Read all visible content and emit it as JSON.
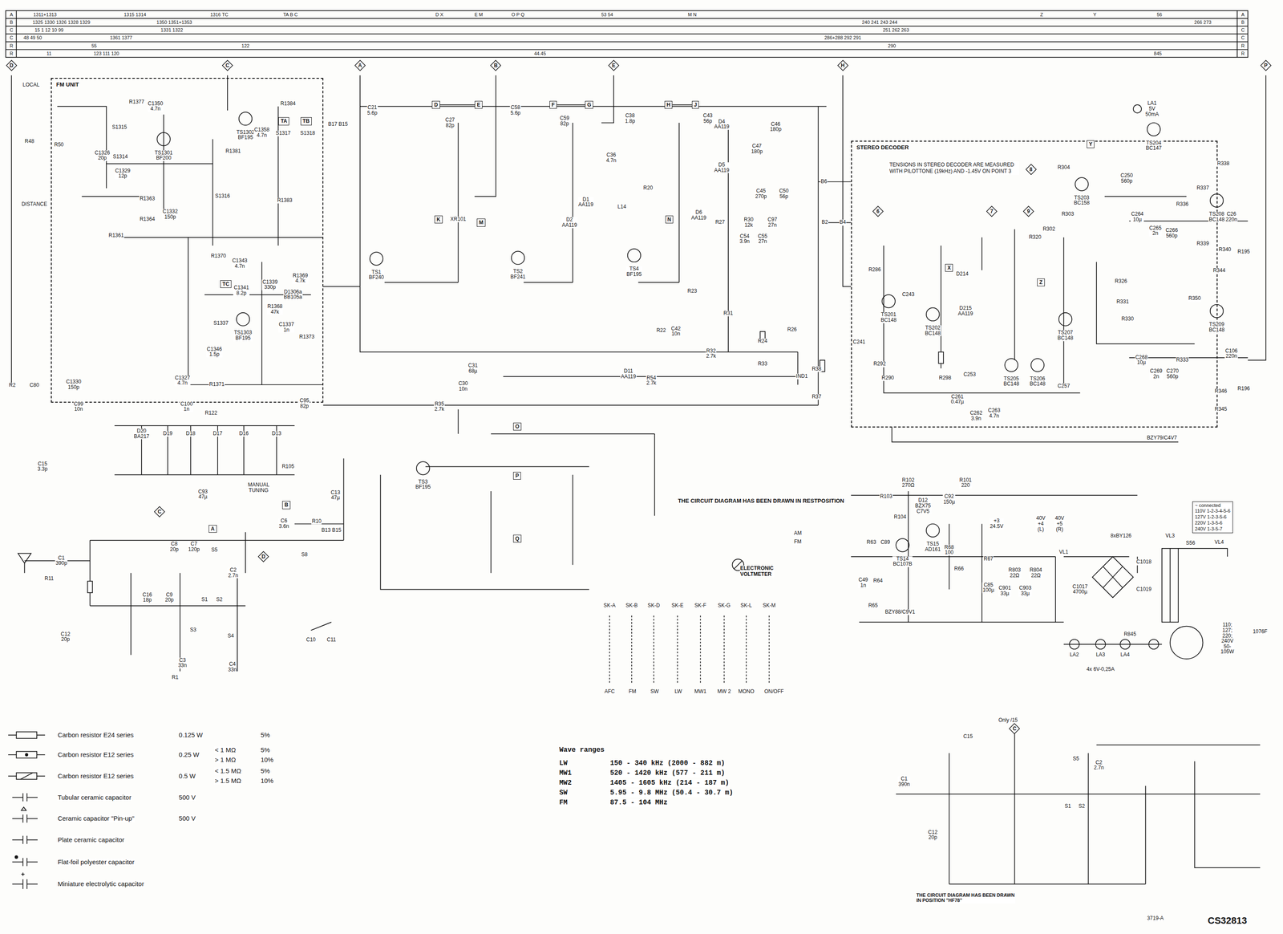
{
  "diagram": {
    "nodes": [
      {
        "text": [
          "FM UNIT"
        ]
      },
      {
        "text": [
          "STEREO DECODER",
          "TENSIONS IN STEREO DECODER ARE MEASURED WITH PILOTTONE (19kHz) AND -1.45V ON POINT 3"
        ]
      },
      {
        "text": [
          "TA"
        ],
        "in": 0
      },
      {
        "text": [
          "TB"
        ],
        "in": 0
      },
      {
        "text": [
          "TC"
        ],
        "in": 0
      },
      {
        "text": [
          "D"
        ]
      },
      {
        "text": [
          "E"
        ]
      },
      {
        "text": [
          "F"
        ]
      },
      {
        "text": [
          "G"
        ]
      },
      {
        "text": [
          "H"
        ]
      },
      {
        "text": [
          "J"
        ]
      },
      {
        "text": [
          "K"
        ]
      },
      {
        "text": [
          "M"
        ]
      },
      {
        "text": [
          "N"
        ]
      },
      {
        "text": [
          "O"
        ]
      },
      {
        "text": [
          "P"
        ]
      },
      {
        "text": [
          "Q"
        ]
      },
      {
        "text": [
          "A"
        ]
      },
      {
        "text": [
          "B"
        ]
      },
      {
        "text": [
          "X"
        ],
        "in": 1
      },
      {
        "text": [
          "Y"
        ],
        "in": 1
      },
      {
        "text": [
          "Z"
        ],
        "in": 1
      },
      {
        "text": [
          "D"
        ]
      },
      {
        "text": [
          "C"
        ]
      },
      {
        "text": [
          "A"
        ]
      },
      {
        "text": [
          "B"
        ]
      },
      {
        "text": [
          "E"
        ]
      },
      {
        "text": [
          "H"
        ]
      },
      {
        "text": [
          "P"
        ]
      },
      {
        "text": [
          "8"
        ],
        "in": 1
      },
      {
        "text": [
          "6"
        ],
        "in": 1
      },
      {
        "text": [
          "7"
        ],
        "in": 1
      },
      {
        "text": [
          "9"
        ],
        "in": 1
      },
      {
        "text": [
          "C"
        ]
      },
      {
        "text": [
          "D"
        ]
      },
      {
        "text": [
          "C"
        ]
      },
      {
        "text": [
          "~ connected",
          "110V 1-2-3-4-5-6",
          "127V 1-2-3-5-6",
          "220V 1-3-5-6",
          "240V 1-3-5-7"
        ]
      }
    ],
    "edges": [
      {
        "from": 5,
        "to": 6,
        "arrow": "none"
      },
      {
        "from": 7,
        "to": 8,
        "arrow": "none"
      },
      {
        "from": 9,
        "to": 10,
        "arrow": "none"
      }
    ],
    "labels": [
      "A",
      "B",
      "C",
      "C",
      "R",
      "R",
      "A",
      "B",
      "C",
      "C",
      "R",
      "R",
      "1311+1313",
      "1315 1314",
      "1316 TC",
      "TA B C",
      "D X",
      "E M",
      "O P Q",
      "53 54",
      "M N",
      "Z",
      "Y",
      "56",
      "1325 1330 1326 1328 1329",
      "1350 1351+1353",
      "240 241 243 244",
      "266 273",
      "15 1 12 10 99",
      "1331 1322",
      "251 262 263",
      "48 49 50",
      "1361 1377",
      "286+288 292 291",
      "55",
      "122",
      "290",
      "11",
      "123 111 120",
      "44.45",
      "845",
      "LOCAL",
      "DISTANCE",
      "TS1301 BF200",
      "TS1302 BF195",
      "TS1303 BF195",
      "TS1 BF240",
      "TS2 BF241",
      "TS3 BF195",
      "TS4 BF195",
      "TS201 BC148",
      "TS202 BC148",
      "TS203 BC158",
      "TS204 BC147",
      "TS205 BC148",
      "TS206 BC148",
      "TS207 BC148",
      "TS208 BC148",
      "TS209 BC148",
      "TS15 AD161",
      "TS14 BC107B",
      "R48",
      "R50",
      "R1377",
      "C1350 4.7n",
      "S1315",
      "S1314",
      "C1326 20p",
      "C1329 12p",
      "R1363",
      "R1364",
      "C1332 150p",
      "R1361",
      "C1339 330p",
      "D1306a BB105a",
      "R1368 47k",
      "C1337 1n",
      "R1370",
      "C1343 4.7n",
      "C1341 8.2p",
      "S1337",
      "C1346 1.5p",
      "R1371",
      "R1369 4.7k",
      "C1327 4.7n",
      "C1330 150p",
      "C99 10n",
      "C95 82p",
      "R1384",
      "S1317",
      "S1318",
      "C1358 4.7n",
      "R1381",
      "S1316",
      "R1383",
      "R1373",
      "R2",
      "C80",
      "C15 3.3p",
      "MANUAL TUNING",
      "D20 BA217",
      "D19",
      "D18",
      "D17",
      "D16",
      "D13",
      "R105",
      "C93 47µ",
      "C100 1n",
      "R122",
      "C13 47µ",
      "R10",
      "B13 B15",
      "C6 3.6n",
      "S8",
      "C8 20p",
      "C7 120p",
      "S5",
      "C2 2.7n",
      "S1",
      "S2",
      "S3",
      "S4",
      "C4 33n",
      "C3 33n",
      "C9 20p",
      "C16 18p",
      "C1 390p",
      "R11",
      "C12 20p",
      "C10",
      "C11",
      "R1",
      "C21 5.6p",
      "C27 82p",
      "C58 5.6p",
      "C59 82p",
      "C38 1.8p",
      "C43 56p",
      "C46 180p",
      "C47 180p",
      "C45 270p",
      "C50 56p",
      "C31 68µ",
      "C30 10n",
      "R35 2.7k",
      "R54 2.7k",
      "R32 2.7k",
      "D11 AA119",
      "D1 AA119",
      "D2 AA119",
      "D4 AA119",
      "D5 AA119",
      "D6 AA119",
      "L14",
      "C36 4.7n",
      "R20",
      "R23",
      "R22",
      "C42 10n",
      "R27",
      "R30 12k",
      "C97 27n",
      "C54 3.9n",
      "C55 27n",
      "R31",
      "R24",
      "R33",
      "R26",
      "R38",
      "R37",
      "B6",
      "B4",
      "B2",
      "B17 B15",
      "XR101",
      "IND1",
      "C250 560p",
      "C264 10µ",
      "C265 2n",
      "C266 560p",
      "C268 10µ",
      "C269 2n",
      "C270 560p",
      "C26 220n",
      "C106 220n",
      "R195",
      "R196",
      "D214",
      "D215 AA119",
      "C241",
      "C243",
      "C253",
      "C257",
      "C263 4.7n",
      "C262 3.9n",
      "C261 0.47µ",
      "R286",
      "R292",
      "R290",
      "R298",
      "R302",
      "R303",
      "R304",
      "R320",
      "R326",
      "R330",
      "R331",
      "R338",
      "R339",
      "R340",
      "R344",
      "R345",
      "R346",
      "R350",
      "R337",
      "R336",
      "R333",
      "R102 270Ω",
      "R101 220",
      "C92 150µ",
      "D12 BZX75 C7V5",
      "R103",
      "R104",
      "R63",
      "R64",
      "R65",
      "C49 1n",
      "C89",
      "R68 100",
      "R67",
      "R66",
      "C85 100µ",
      "C901 33µ",
      "R803 22Ω",
      "C903 33µ",
      "R804 22Ω",
      "C1017 4700µ",
      "C1018",
      "C1019",
      "8xBY126",
      "VL1",
      "VL3",
      "VL4",
      "S56",
      "LA1 5V 50mA",
      "LA2",
      "LA3",
      "LA4",
      "R845",
      "4x 6V-0,25A",
      "BZY79/C4V7",
      "BZY88/C9V1",
      "110; 127; 220; 240V 50-105W",
      "1076F",
      "+3 24.5V",
      "40V +4 (L)",
      "40V +5 (R)",
      "AFC",
      "FM",
      "SW",
      "LW",
      "MW1",
      "MW 2",
      "MONO",
      "ON/OFF",
      "SK-A",
      "SK-B",
      "SK-D",
      "SK-E",
      "SK-F",
      "SK-G",
      "SK-L",
      "SK-M",
      "THE CIRCUIT DIAGRAM HAS BEEN DRAWN IN RESTPOSITION",
      "ELECTRONIC VOLTMETER",
      "AM",
      "FM",
      "Only /15",
      "THE CIRCUIT DIAGRAM HAS BEEN DRAWN IN POSITION \"HF78\"",
      "3719-A",
      "CS32813",
      "Wave ranges",
      "LW",
      "150 - 340 kHz (2000 - 882 m)",
      "MW1",
      "520 - 1420 kHz (577 - 211 m)",
      "MW2",
      "1405 - 1605 kHz (214 - 187 m)",
      "SW",
      "5.95 - 9.8 MHz (50.4 - 30.7 m)",
      "FM",
      "87.5 - 104 MHz",
      "0.125 W",
      "5%",
      "0.25 W",
      "< 1 MΩ",
      "> 1 MΩ",
      "5%",
      "10%",
      "0.5 W",
      "< 1.5 MΩ",
      "> 1.5 MΩ",
      "5%",
      "10%",
      "500 V",
      "500 V",
      "C15",
      "C1 390n",
      "C12 20p",
      "S1",
      "S2",
      "C2 2.7n",
      "S5"
    ],
    "legend": [
      {
        "text": "Carbon resistor E24 series"
      },
      {
        "text": "Carbon resistor E12 series"
      },
      {
        "text": "Carbon resistor E12 series"
      },
      {
        "text": "Tubular ceramic capacitor"
      },
      {
        "text": "Ceramic capacitor \"Pin-up\""
      },
      {
        "text": "Plate ceramic capacitor"
      },
      {
        "text": "Flat-foil polyester capacitor"
      },
      {
        "text": "Miniature electrolytic capacitor"
      }
    ]
  }
}
